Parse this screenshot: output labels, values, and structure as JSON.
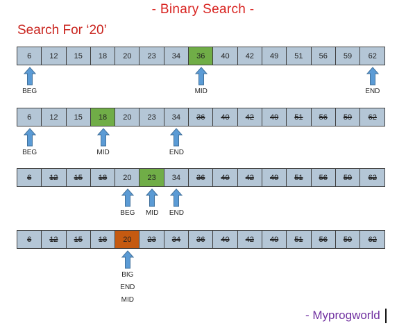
{
  "title": "- Binary Search -",
  "subtitle": "Search For ‘20’",
  "footer": "- Myprogworld",
  "colors": {
    "cell": "#b4c6d6",
    "mid": "#70ad47",
    "found": "#c55a11",
    "arrow": "#5b9bd5",
    "title": "#d8221f",
    "footer": "#7030a0"
  },
  "values": [
    "6",
    "12",
    "15",
    "18",
    "20",
    "23",
    "34",
    "36",
    "40",
    "42",
    "49",
    "51",
    "56",
    "59",
    "62"
  ],
  "steps": [
    {
      "struck": [],
      "highlight": {
        "index": 7,
        "color": "mid"
      },
      "pointers": [
        {
          "index": 0,
          "labels": [
            "BEG"
          ]
        },
        {
          "index": 7,
          "labels": [
            "MID"
          ]
        },
        {
          "index": 14,
          "labels": [
            "END"
          ]
        }
      ]
    },
    {
      "struck": [
        7,
        8,
        9,
        10,
        11,
        12,
        13,
        14
      ],
      "highlight": {
        "index": 3,
        "color": "mid"
      },
      "pointers": [
        {
          "index": 0,
          "labels": [
            "BEG"
          ]
        },
        {
          "index": 3,
          "labels": [
            "MID"
          ]
        },
        {
          "index": 6,
          "labels": [
            "END"
          ]
        }
      ]
    },
    {
      "struck": [
        0,
        1,
        2,
        3,
        7,
        8,
        9,
        10,
        11,
        12,
        13,
        14
      ],
      "highlight": {
        "index": 5,
        "color": "mid"
      },
      "pointers": [
        {
          "index": 4,
          "labels": [
            "BEG"
          ]
        },
        {
          "index": 5,
          "labels": [
            "MID"
          ]
        },
        {
          "index": 6,
          "labels": [
            "END"
          ]
        }
      ]
    },
    {
      "struck": [
        0,
        1,
        2,
        3,
        5,
        6,
        7,
        8,
        9,
        10,
        11,
        12,
        13,
        14
      ],
      "highlight": {
        "index": 4,
        "color": "found"
      },
      "pointers": [
        {
          "index": 4,
          "labels": [
            "BIG",
            "END",
            "MID"
          ]
        }
      ]
    }
  ]
}
